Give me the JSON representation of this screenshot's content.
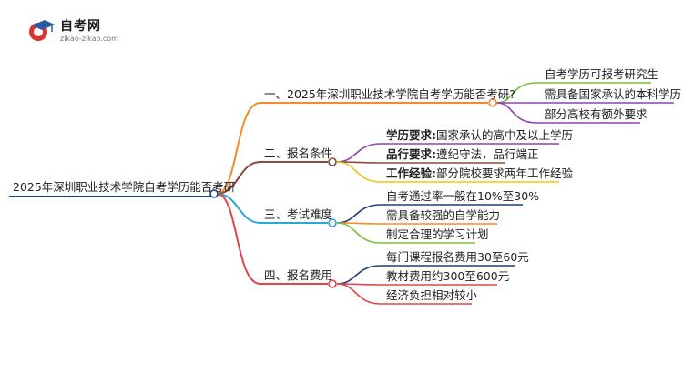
{
  "logo": {
    "name": "自考网",
    "url_text": "zikao-zikao.com"
  },
  "root": {
    "label": "2025年深圳职业技术学院自考学历能否考研"
  },
  "branches": [
    {
      "label": "一、2025年深圳职业技术学院自考学历能否考研?",
      "color": "#f28c28",
      "children": [
        {
          "text": "自考学历可报考研究生"
        },
        {
          "text": "需具备国家承认的本科学历"
        },
        {
          "text": "部分高校有额外要求"
        }
      ]
    },
    {
      "label": "二、报名条件",
      "color": "#8b4a3b",
      "children": [
        {
          "bold": "学历要求:",
          "text": "国家承认的高中及以上学历"
        },
        {
          "bold": "品行要求:",
          "text": "遵纪守法，品行端正"
        },
        {
          "bold": "工作经验:",
          "text": "部分院校要求两年工作经验"
        }
      ]
    },
    {
      "label": "三、考试难度",
      "color": "#2ba7d6",
      "children": [
        {
          "text": "自考通过率一般在10%至30%"
        },
        {
          "text": "需具备较强的自学能力"
        },
        {
          "text": "制定合理的学习计划"
        }
      ]
    },
    {
      "label": "四、报名费用",
      "color": "#e0454a",
      "children": [
        {
          "text": "每门课程报名费用30至60元"
        },
        {
          "text": "教材费用约300至600元"
        },
        {
          "text": "经济负担相对较小"
        }
      ]
    }
  ],
  "colors": {
    "root_line": "#1f3f7a",
    "child_branch_1": "#7bbf3a",
    "child_branch_2": "#8e44ad",
    "child_branch_3": "#f0c419",
    "branch_3_child_1": "#1f3f7a",
    "branch_3_child_2": "#f28c28",
    "branch_3_child_3": "#7bbf3a",
    "branch_4_child_1": "#1f3f7a",
    "branch_4_child_2": "#e0454a",
    "branch_4_child_3": "#e0454a"
  }
}
